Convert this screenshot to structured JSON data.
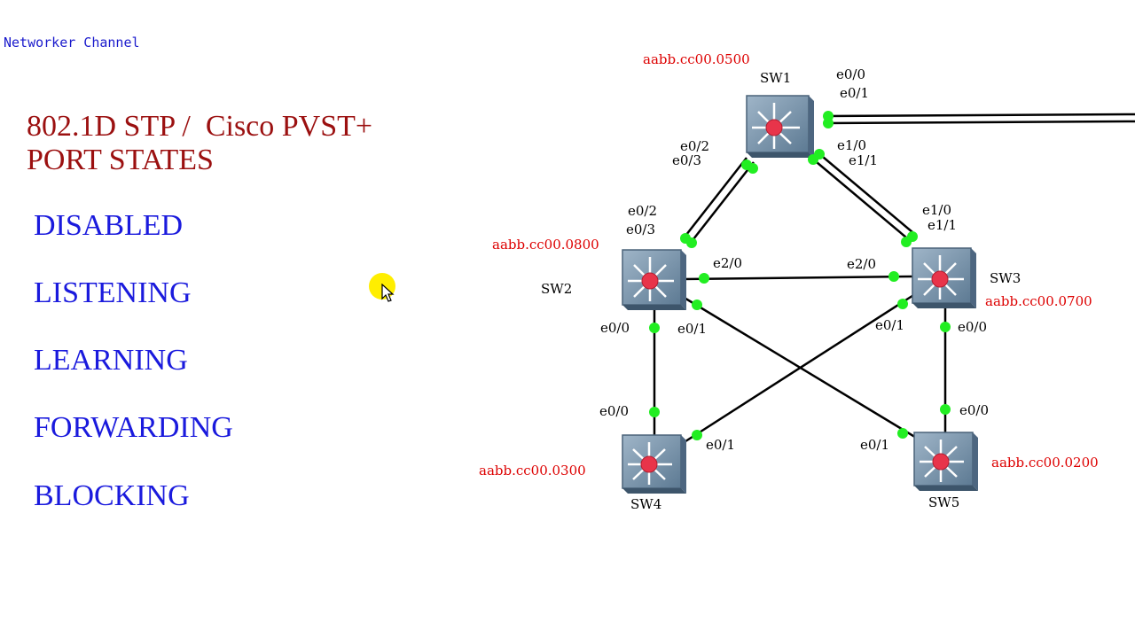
{
  "channel_label": "Networker Channel",
  "title_line1": "802.1D STP /  Cisco PVST+",
  "title_line2": "PORT STATES",
  "states": [
    "DISABLED",
    "LISTENING",
    "LEARNING",
    "FORWARDING",
    "BLOCKING"
  ],
  "switches": {
    "sw1": {
      "name": "SW1",
      "mac": "aabb.cc00.0500"
    },
    "sw2": {
      "name": "SW2",
      "mac": "aabb.cc00.0800"
    },
    "sw3": {
      "name": "SW3",
      "mac": "aabb.cc00.0700"
    },
    "sw4": {
      "name": "SW4",
      "mac": "aabb.cc00.0300"
    },
    "sw5": {
      "name": "SW5",
      "mac": "aabb.cc00.0200"
    }
  },
  "ports": {
    "sw1_e00": "e0/0",
    "sw1_e01": "e0/1",
    "sw1_e02": "e0/2",
    "sw1_e03": "e0/3",
    "sw1_e10": "e1/0",
    "sw1_e11": "e1/1",
    "sw2_e02": "e0/2",
    "sw2_e03": "e0/3",
    "sw2_e20": "e2/0",
    "sw2_e00": "e0/0",
    "sw2_e01": "e0/1",
    "sw3_e10": "e1/0",
    "sw3_e11": "e1/1",
    "sw3_e20": "e2/0",
    "sw3_e01": "e0/1",
    "sw3_e00": "e0/0",
    "sw4_e00": "e0/0",
    "sw4_e01": "e0/1",
    "sw5_e00": "e0/0",
    "sw5_e01": "e0/1"
  },
  "colors": {
    "link": "#000000",
    "port_up": "#22ee22",
    "mac": "#dd0000",
    "title": "#9b1010",
    "state": "#1a1add"
  }
}
